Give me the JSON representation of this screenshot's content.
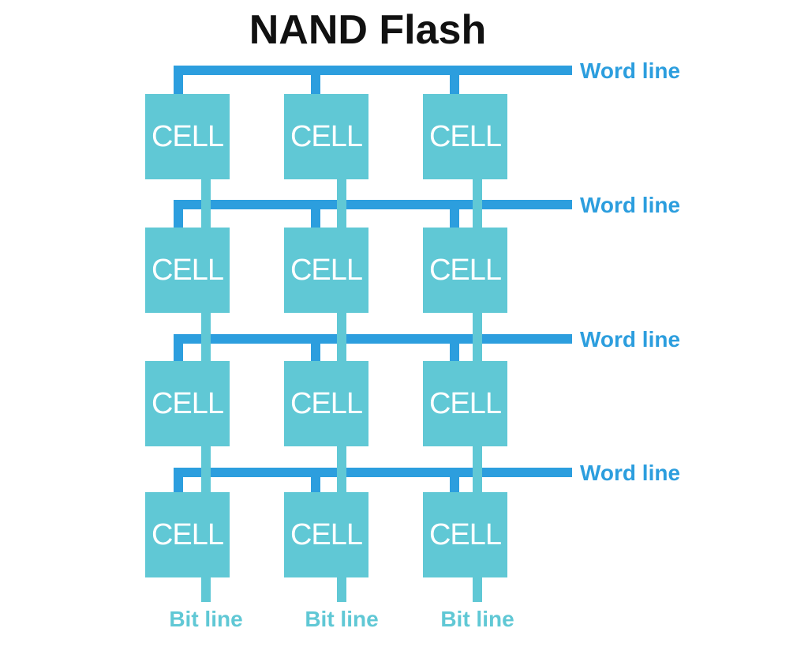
{
  "title": "NAND Flash",
  "diagram": {
    "rows": 4,
    "columns": 3,
    "cells": [
      "CELL",
      "CELL",
      "CELL",
      "CELL",
      "CELL",
      "CELL",
      "CELL",
      "CELL",
      "CELL",
      "CELL",
      "CELL",
      "CELL"
    ],
    "word_lines": [
      {
        "label": "Word line"
      },
      {
        "label": "Word line"
      },
      {
        "label": "Word line"
      },
      {
        "label": "Word line"
      }
    ],
    "bit_lines": [
      {
        "label": "Bit line"
      },
      {
        "label": "Bit line"
      },
      {
        "label": "Bit line"
      }
    ]
  },
  "colors": {
    "word_line_blue": "#2C9EDE",
    "cell_teal": "#60C8D5",
    "title_ink": "#111111",
    "cell_text": "#FFFFFF",
    "background": "#FFFFFF"
  }
}
